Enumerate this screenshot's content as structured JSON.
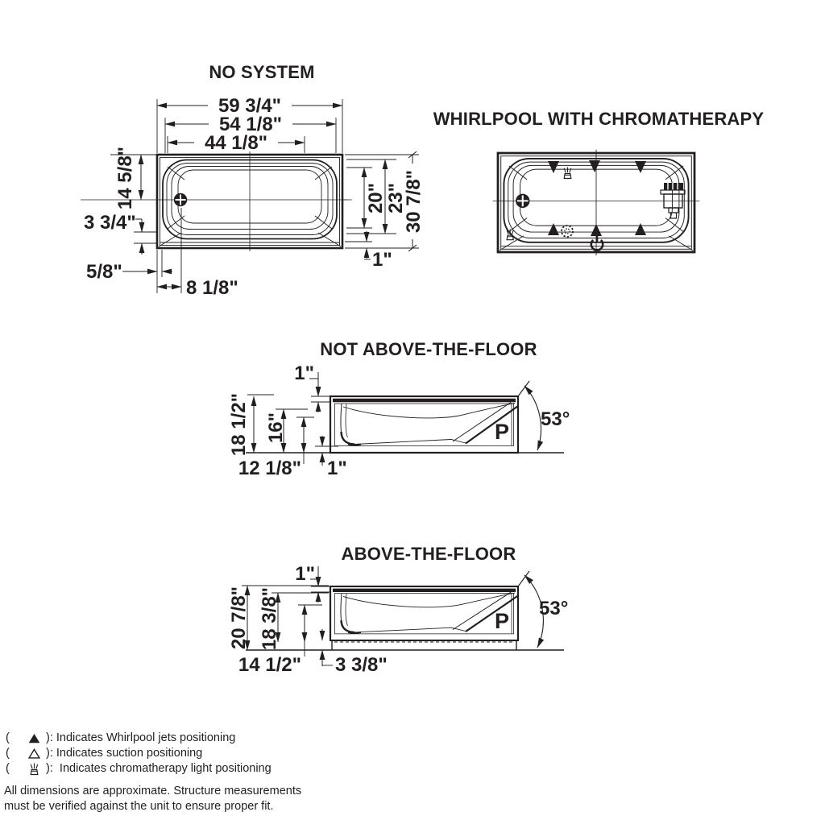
{
  "page": {
    "ink": "#231f20",
    "bg": "#ffffff"
  },
  "views": {
    "no_system": {
      "title": "NO SYSTEM",
      "dims": {
        "top_overall": "59 3/4\"",
        "top_mid": "54 1/8\"",
        "top_inner": "44 1/8\"",
        "left_upper": "14 5/8\"",
        "left_lower": "3 3/4\"",
        "left_bottom": "5/8\"",
        "bottom": "8 1/8\"",
        "right_inner": "20\"",
        "right_mid": "23\"",
        "right_overall": "30 7/8\"",
        "right_bottom": "1\""
      }
    },
    "whirlpool": {
      "title": "WHIRLPOOL WITH CHROMATHERAPY"
    },
    "not_above_floor": {
      "title": "NOT ABOVE-THE-FLOOR",
      "dims": {
        "top": "1\"",
        "left_outer": "18 1/2\"",
        "left_inner": "16\"",
        "bottom_left": "12 1/8\"",
        "bottom_right": "1\"",
        "angle": "53°",
        "pump_label": "P"
      }
    },
    "above_floor": {
      "title": "ABOVE-THE-FLOOR",
      "dims": {
        "top": "1\"",
        "left_outer": "20 7/8\"",
        "left_inner": "18 3/8\"",
        "bottom_left": "14 1/2\"",
        "bottom_right": "3 3/8\"",
        "angle": "53°",
        "pump_label": "P"
      }
    }
  },
  "legend": {
    "items": [
      {
        "open": "(",
        "icon": "whirlpool-jet-triangle-filled",
        "close": "): Indicates Whirlpool jets positioning"
      },
      {
        "open": "(",
        "icon": "suction-triangle-outline",
        "close": "): Indicates suction positioning"
      },
      {
        "open": "(",
        "icon": "chromatherapy-light",
        "close": "):  Indicates chromatherapy light positioning"
      }
    ],
    "note_line1": "All dimensions are approximate. Structure measurements",
    "note_line2": "must be verified against the unit to ensure proper fit."
  }
}
